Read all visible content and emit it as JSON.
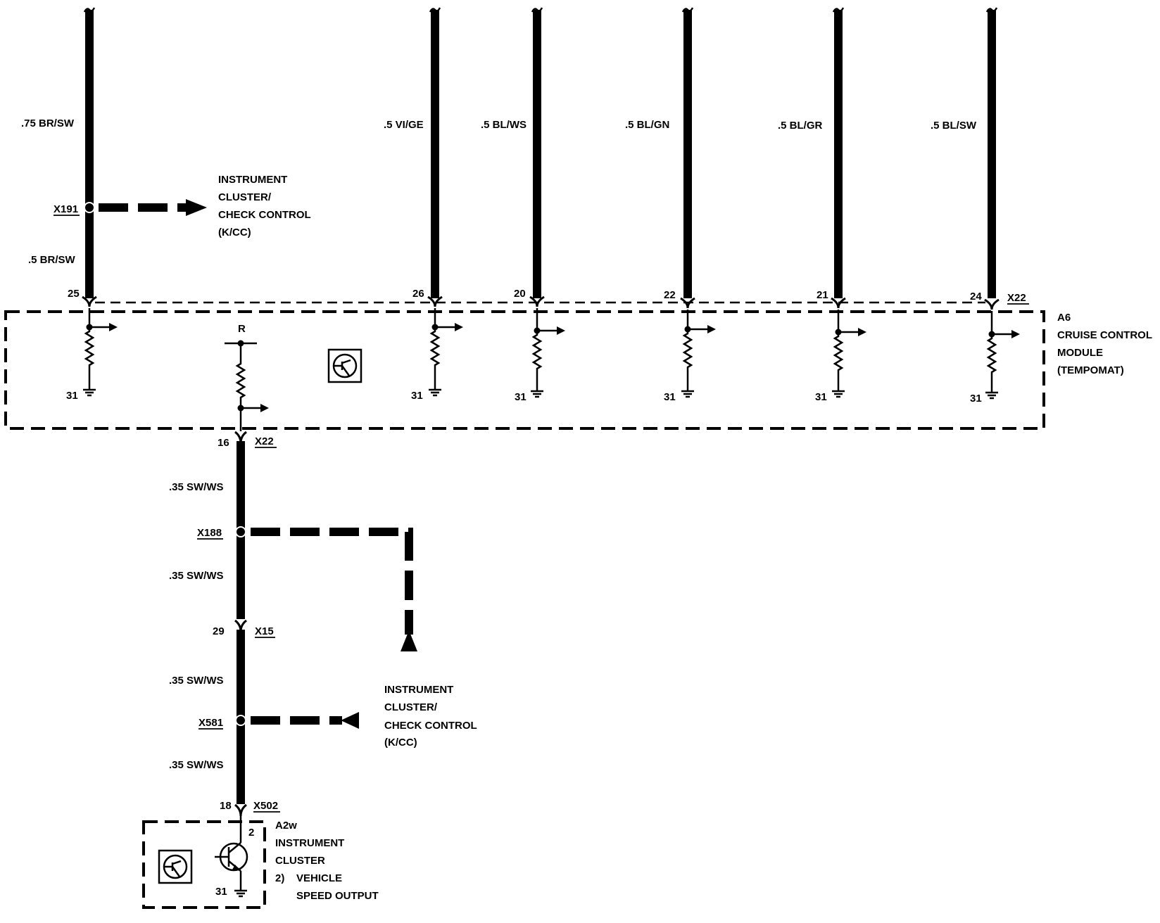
{
  "top_wires": [
    {
      "pin": "26",
      "label": ".5 VI/GE"
    },
    {
      "pin": "20",
      "label": ".5 BL/WS"
    },
    {
      "pin": "22",
      "label": ".5 BL/GN"
    },
    {
      "pin": "21",
      "label": ".5 BL/GR"
    },
    {
      "pin": "24",
      "label": ".5 BL/SW"
    }
  ],
  "left_wire": {
    "upper_label": ".75 BR/SW",
    "splice": "X191",
    "lower_label": ".5 BR/SW",
    "pin": "25"
  },
  "connector_top": "X22",
  "splice_x191_target": [
    "INSTRUMENT",
    "CLUSTER/",
    "CHECK CONTROL",
    "(K/CC)"
  ],
  "module": {
    "id": "A6",
    "name_lines": [
      "CRUISE CONTROL",
      "MODULE",
      "(TEMPOMAT)"
    ],
    "ground": "31",
    "ref_label": "R"
  },
  "vss_path": {
    "pin_out": "16",
    "connector_out": "X22",
    "wire1": ".35 SW/WS",
    "splice1": "X188",
    "wire2": ".35 SW/WS",
    "pin_mid": "29",
    "connector_mid": "X15",
    "wire3": ".35 SW/WS",
    "splice2": "X581",
    "wire4": ".35 SW/WS",
    "pin_in": "18",
    "connector_in": "X502"
  },
  "lower_target": [
    "INSTRUMENT",
    "CLUSTER/",
    "CHECK CONTROL",
    "(K/CC)"
  ],
  "cluster": {
    "id": "A2w",
    "name_lines": [
      "INSTRUMENT",
      "CLUSTER"
    ],
    "note_num": "2)",
    "note_lines": [
      "VEHICLE",
      "SPEED OUTPUT"
    ],
    "pin": "2",
    "ground": "31"
  }
}
